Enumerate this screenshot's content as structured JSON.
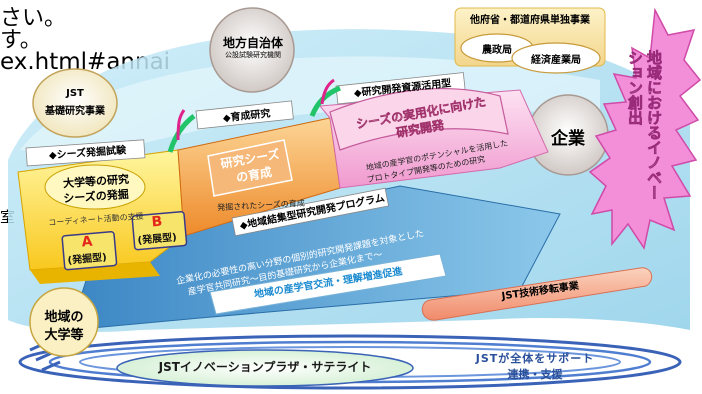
{
  "background_text": {
    "line1": "さい。",
    "line2": "す。",
    "line3": "ex.html#annai",
    "line4": "室"
  },
  "local_gov": {
    "title": "地方自治体",
    "subtitle": "公設試験研究機関"
  },
  "jst_basic": {
    "line1": "JST",
    "line2": "基礎研究事業"
  },
  "ministries": {
    "header": "他府省・都道府県単独事業",
    "agriculture": "農政局",
    "economy": "経済産業局"
  },
  "innovation": {
    "text": "地域におけるイノベーション創出"
  },
  "company": {
    "label": "企業"
  },
  "stages": {
    "seeds": {
      "label": "◆シーズ発掘試験",
      "circle_line1": "大学等の研究",
      "circle_line2": "シーズの発掘",
      "support": "コーディネート活動の支援",
      "type_a_letter": "A",
      "type_a_label": "(発掘型)",
      "type_b_letter": "B",
      "type_b_label": "(発展型)"
    },
    "nurture": {
      "label": "◆育成研究",
      "box_line1": "研究シーズ",
      "box_line2": "の育成",
      "caption": "発掘されたシーズの育成"
    },
    "practical": {
      "label": "◆研究開発資源活用型",
      "line1": "シーズの実用化に向けた",
      "line2": "研究開発",
      "desc1": "地域の産学官のポテンシャルを活用した",
      "desc2": "プロトタイプ開発等のための研究"
    }
  },
  "cluster": {
    "label": "◆地域結集型研究開発プログラム",
    "desc1": "企業化の必要性の高い分野の個別的研究開発課題を対象とした",
    "desc2": "産学官共同研究〜目的基礎研究から企業化まで〜"
  },
  "exchange": {
    "label": "地域の産学官交流・理解増進促進"
  },
  "tech_transfer": {
    "label": "JST技術移転事業"
  },
  "university": {
    "line1": "地域の",
    "line2": "大学等"
  },
  "plaza": {
    "label": "JSTイノベーションプラザ・サテライト"
  },
  "support": {
    "line1": "JSTが全体をサポート",
    "line2": "連携・支援"
  },
  "colors": {
    "sky_blue": "#a9dcf2",
    "platform_blue": "#5aa6d6",
    "yellow": "#ffe45a",
    "orange": "#f2a24a",
    "pink": "#f7b2dc",
    "burst": "#f07ad0",
    "arrow_green": "#22c46a",
    "arrow_magenta": "#e0228a"
  }
}
